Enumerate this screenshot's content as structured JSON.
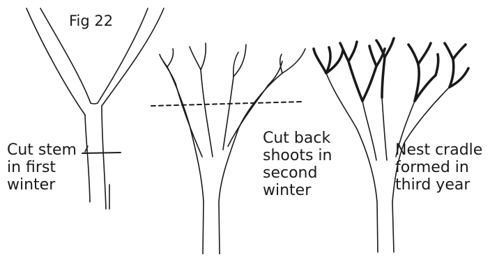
{
  "figure": {
    "title": "Fig 22"
  },
  "stages": [
    {
      "caption": "Cut stem\nin first\nwinter"
    },
    {
      "caption": "Cut back\nshoots in\nsecond\nwinter"
    },
    {
      "caption": "Nest cradle\nformed in\nthird year"
    }
  ]
}
